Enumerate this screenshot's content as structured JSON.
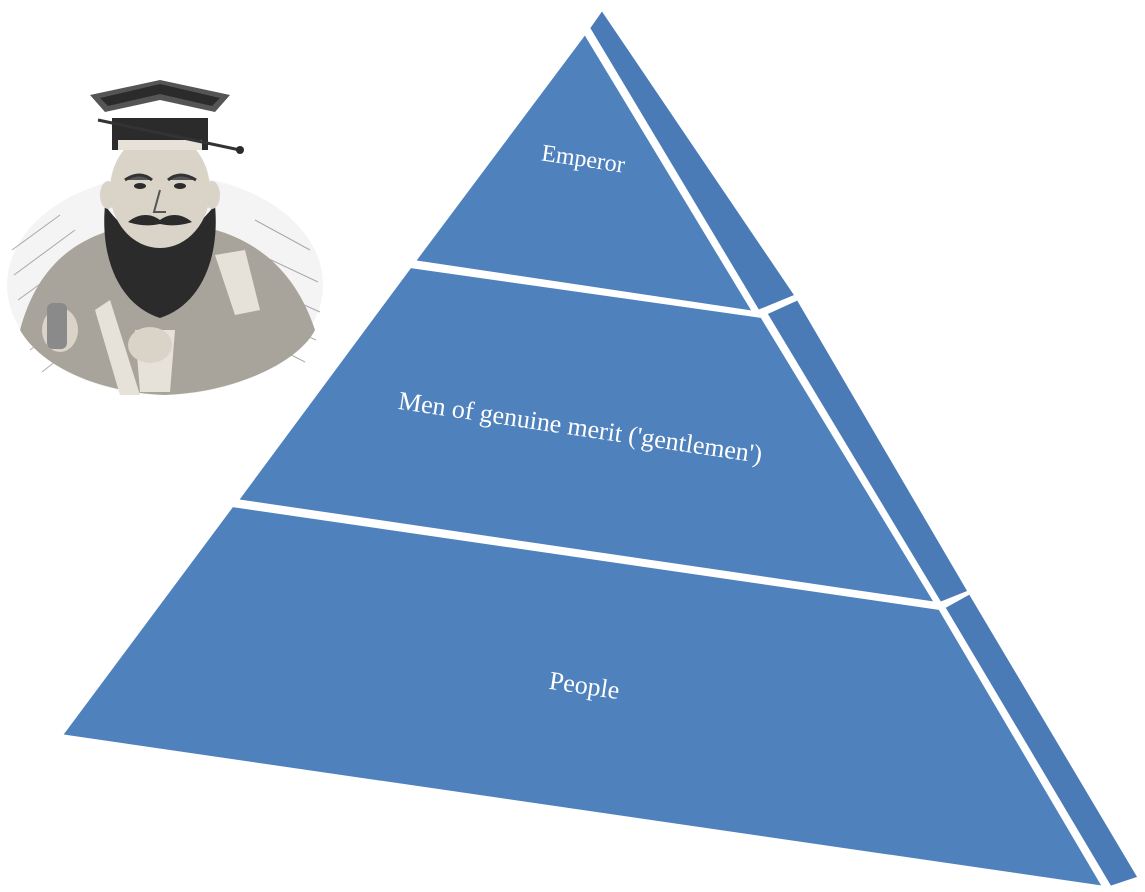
{
  "diagram": {
    "tiers": [
      {
        "id": "top",
        "label": "Emperor"
      },
      {
        "id": "middle",
        "label": "Men of genuine merit ('gentlemen')"
      },
      {
        "id": "bottom",
        "label": "People"
      }
    ],
    "colors": {
      "tier_fill": "#4f81bd",
      "tier_side": "#4a7bb7",
      "separator": "#ffffff",
      "label_text": "#ffffff"
    }
  },
  "portrait": {
    "icon": "confucius-portrait-engraving"
  }
}
